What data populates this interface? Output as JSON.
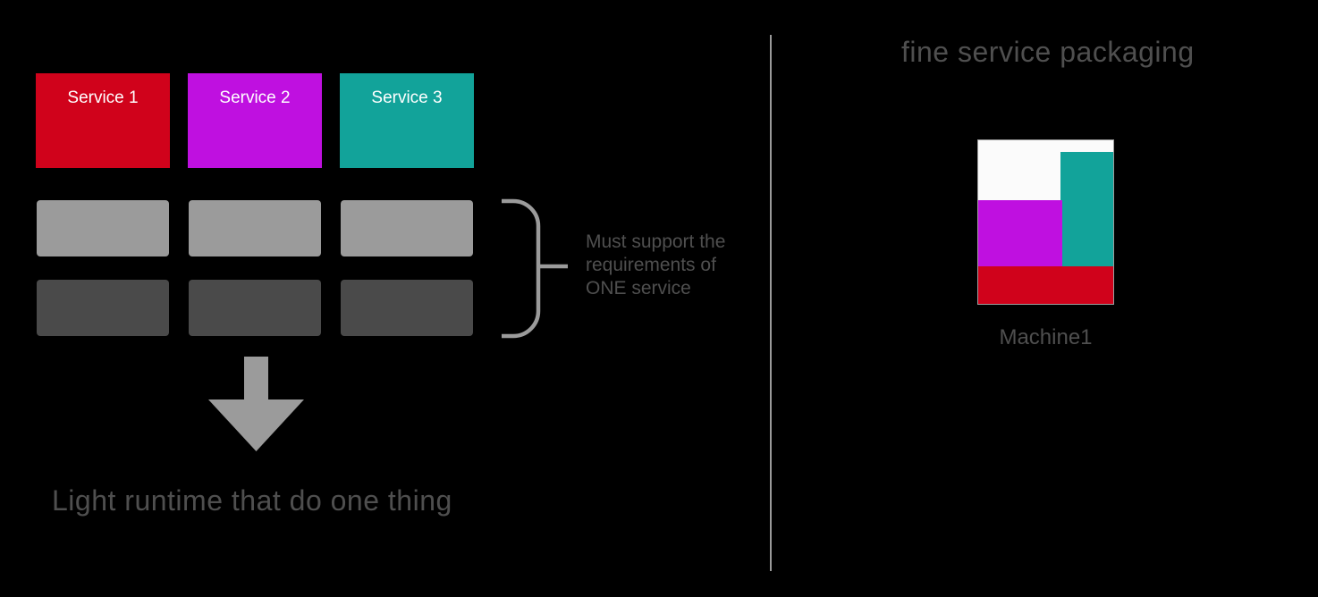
{
  "colors": {
    "background": "#000000",
    "red": "#D0021B",
    "magenta": "#BF10E0",
    "teal": "#12A39A",
    "light_gray": "#9B9B9B",
    "dark_gray": "#4A4A4A",
    "text_gray": "#4F4F4F",
    "divider_gray": "#9A9A9A",
    "machine_fill": "#FBFBFB",
    "machine_border": "#9E9E9E",
    "service_label_text": "#FFFFFF"
  },
  "left_panel": {
    "services": [
      {
        "label": "Service 1",
        "color": "#D0021B"
      },
      {
        "label": "Service 2",
        "color": "#BF10E0"
      },
      {
        "label": "Service 3",
        "color": "#12A39A"
      }
    ],
    "runtime_grid": {
      "columns": 3,
      "rows": [
        {
          "name": "light-runtime-row",
          "color": "#9B9B9B"
        },
        {
          "name": "dark-runtime-row",
          "color": "#4A4A4A"
        }
      ]
    },
    "annotation": "Must support the\nrequirements of\nONE service",
    "caption": "Light runtime that do one thing"
  },
  "right_panel": {
    "title": "fine service packaging",
    "machine": {
      "label": "Machine1",
      "packed_blocks": [
        {
          "service": "Service 3",
          "color": "#12A39A",
          "position": "right-column"
        },
        {
          "service": "Service 2",
          "color": "#BF10E0",
          "position": "left-middle"
        },
        {
          "service": "Service 1",
          "color": "#D0021B",
          "position": "bottom-strip"
        }
      ]
    }
  }
}
